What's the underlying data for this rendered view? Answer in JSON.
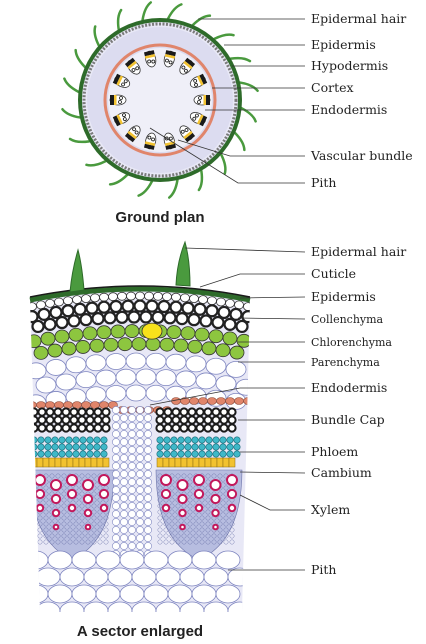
{
  "ground_plan": {
    "caption": "Ground plan",
    "labels": [
      "Epidermal hair",
      "Epidermis",
      "Hypodermis",
      "Cortex",
      "Endodermis",
      "Vascular bundle",
      "Pith"
    ]
  },
  "sector": {
    "caption": "A sector enlarged",
    "labels": [
      "Epidermal hair",
      "Cuticle",
      "Epidermis",
      "Collenchyma",
      "Chlorenchyma",
      "Parenchyma",
      "Endodermis",
      "Bundle Cap",
      "Phloem",
      "Cambium",
      "Xylem",
      "Pith"
    ]
  },
  "colors": {
    "hair": "#4a9a3e",
    "epidermis": "#2e6b2a",
    "hypodermis": "#7a7a7a",
    "cortex": "#dcdcf0",
    "endodermis": "#e0856b",
    "collenchyma_fill": "#8dc63f",
    "chlorenchyma_fill": "#8dc63f",
    "parenchyma_fill": "#e8e8f6",
    "bundle_cap": "#1a1a1a",
    "phloem": "#3fb8c8",
    "cambium": "#f2c230",
    "xylem_ring": "#c2185b",
    "xylem_bg": "#b7bde0"
  }
}
